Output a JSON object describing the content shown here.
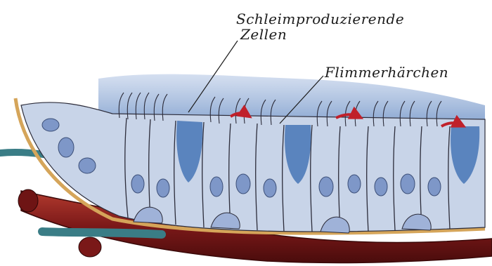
{
  "labels": {
    "mucus_cells_line1": "Schleimproduzierende",
    "mucus_cells_line2": "Zellen",
    "cilia": "Flimmerhärchen"
  },
  "colors": {
    "mucus_blue": "#3f6fb3",
    "cell_pale_blue": "#c8d4e8",
    "nucleus_blue": "#7e97c8",
    "vessel_red": "#8b2020",
    "membrane_tan": "#d5a55a",
    "arrow_red": "#c0202a",
    "nerve_teal": "#3a7d86",
    "ink": "#1c1c1c"
  },
  "icons": [
    "flow-arrow-icon"
  ]
}
